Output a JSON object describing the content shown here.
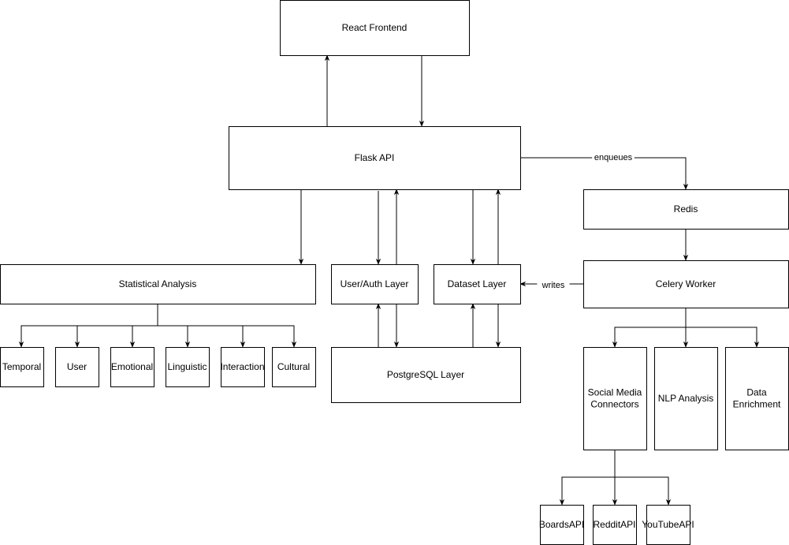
{
  "diagram": {
    "nodes": {
      "react": [
        "React Frontend"
      ],
      "flask": [
        "Flask API"
      ],
      "redis": [
        "Redis"
      ],
      "stats": [
        "Statistical Analysis"
      ],
      "auth": [
        "User/Auth Layer"
      ],
      "dataset": [
        "Dataset Layer"
      ],
      "celery": [
        "Celery Worker"
      ],
      "temporal": [
        "Temporal"
      ],
      "user": [
        "User"
      ],
      "emotional": [
        "Emotional"
      ],
      "linguistic": [
        "Linguistic"
      ],
      "interaction": [
        "Interaction"
      ],
      "cultural": [
        "Cultural"
      ],
      "postgres": [
        "PostgreSQL Layer"
      ],
      "social": [
        "Social Media",
        "Connectors"
      ],
      "nlp": [
        "NLP Analysis"
      ],
      "enrich": [
        "Data",
        "Enrichment"
      ],
      "boards": [
        "BoardsAPI"
      ],
      "reddit": [
        "RedditAPI"
      ],
      "youtube": [
        "YouTubeAPI"
      ]
    },
    "edge_labels": {
      "enqueues": "enqueues",
      "writes": "writes"
    }
  }
}
